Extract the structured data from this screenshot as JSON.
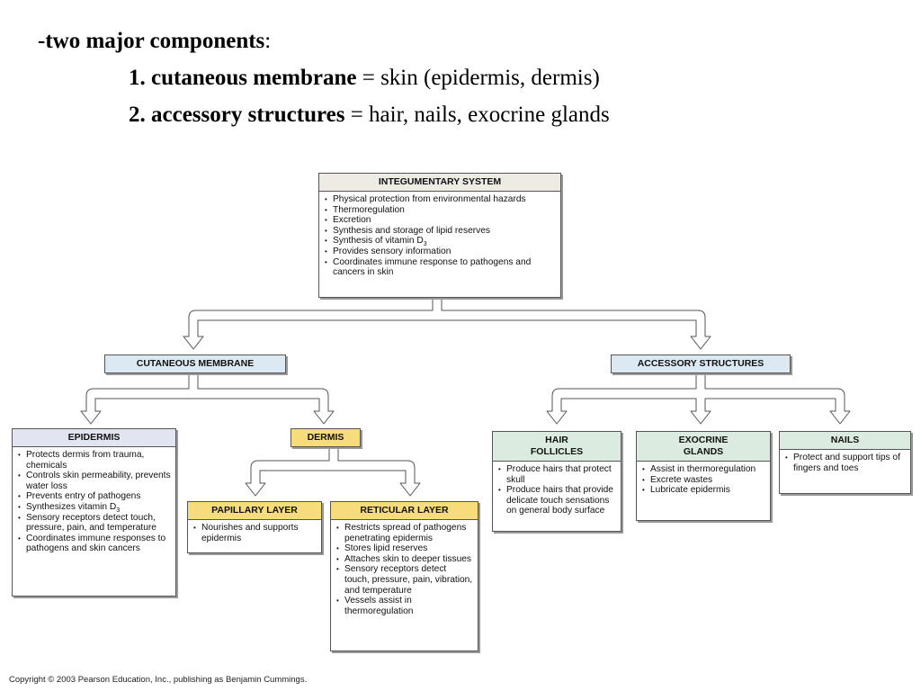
{
  "heading": {
    "line1": {
      "bold": "-two major components",
      "rest": ":"
    },
    "line2": {
      "bold": "1. cutaneous membrane",
      "rest": " = skin (epidermis, dermis)"
    },
    "line3": {
      "bold": "2. accessory structures",
      "rest": " = hair, nails, exocrine glands"
    }
  },
  "diagram": {
    "integumentary": {
      "title": "INTEGUMENTARY SYSTEM",
      "items": [
        "Physical protection from environmental hazards",
        "Thermoregulation",
        "Excretion",
        "Synthesis and storage of lipid reserves",
        "Synthesis of vitamin D",
        "Provides sensory information",
        "Coordinates immune response to pathogens and cancers in skin"
      ]
    },
    "cutaneous": {
      "title": "CUTANEOUS MEMBRANE"
    },
    "accessory": {
      "title": "ACCESSORY STRUCTURES"
    },
    "epidermis": {
      "title": "EPIDERMIS",
      "items": [
        "Protects dermis from trauma, chemicals",
        "Controls skin permeability, prevents water loss",
        "Prevents entry of pathogens",
        "Synthesizes vitamin D",
        "Sensory receptors detect touch, pressure, pain, and temperature",
        "Coordinates immune responses to pathogens and skin cancers"
      ]
    },
    "dermis": {
      "title": "DERMIS"
    },
    "papillary": {
      "title": "PAPILLARY LAYER",
      "items": [
        "Nourishes and supports epidermis"
      ]
    },
    "reticular": {
      "title": "RETICULAR LAYER",
      "items": [
        "Restricts spread of pathogens penetrating epidermis",
        "Stores lipid reserves",
        "Attaches skin to deeper tissues",
        "Sensory receptors detect touch, pressure, pain, vibration, and temperature",
        "Vessels assist in thermoregulation"
      ]
    },
    "hair": {
      "title_line1": "HAIR",
      "title_line2": "FOLLICLES",
      "items": [
        "Produce hairs that protect skull",
        "Produce hairs that provide delicate touch sensations on general body surface"
      ]
    },
    "exocrine": {
      "title_line1": "EXOCRINE",
      "title_line2": "GLANDS",
      "items": [
        "Assist in thermoregulation",
        "Excrete wastes",
        "Lubricate epidermis"
      ]
    },
    "nails": {
      "title": "NAILS",
      "items": [
        "Protect and support tips of fingers and toes"
      ]
    },
    "vitamin_subscript": "3"
  },
  "copyright": "Copyright © 2003 Pearson Education, Inc., publishing as Benjamin Cummings."
}
